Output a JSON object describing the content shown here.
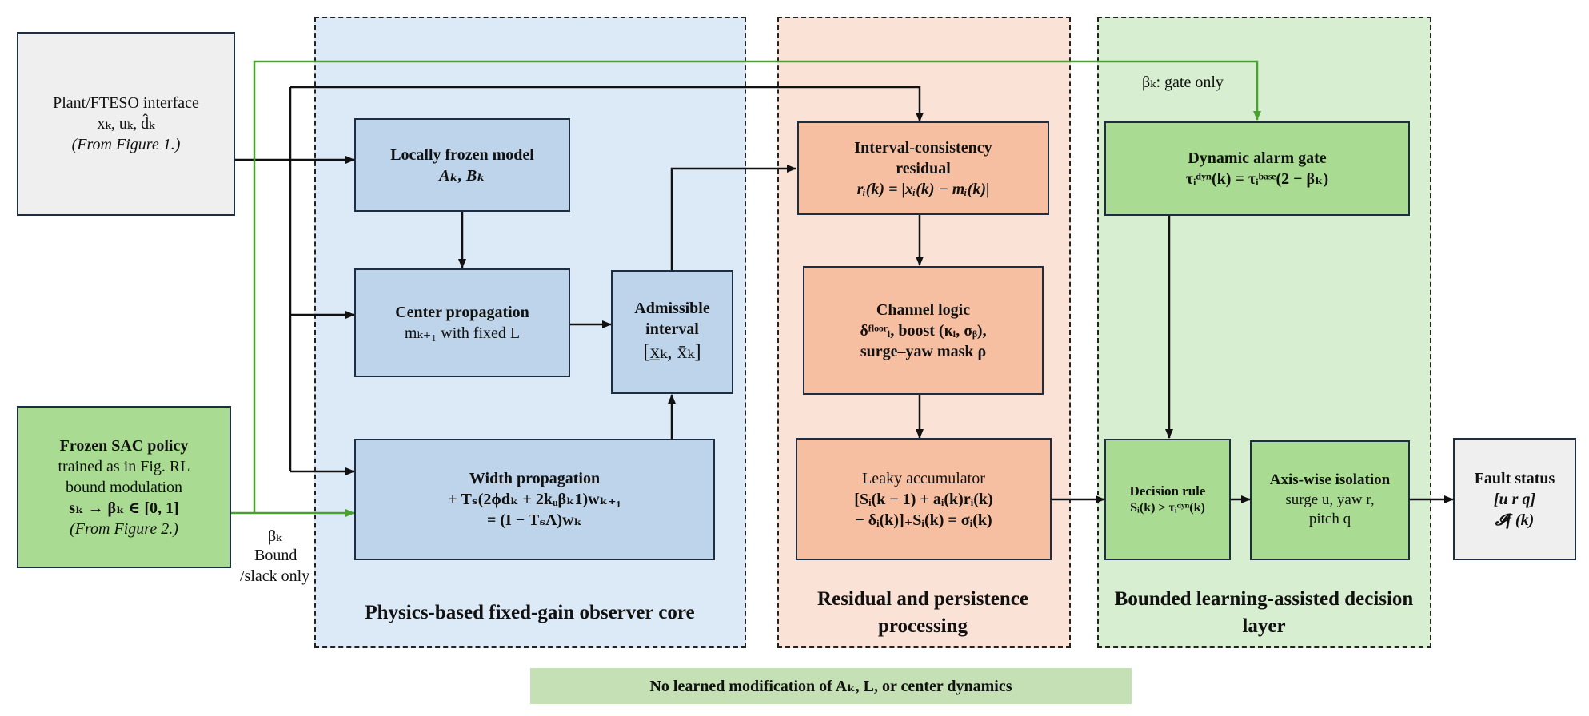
{
  "regions": {
    "observer_core": "Physics-based fixed-gain observer core",
    "residual_processing": "Residual and persistence processing",
    "decision_layer": "Bounded learning-assisted decision layer"
  },
  "plant": {
    "line1": "Plant/FTESO interface",
    "line2": "xₖ, uₖ, d̂ₖ",
    "line3": "(From Figure 1.)"
  },
  "sac": {
    "line1": "Frozen SAC policy",
    "line2": "trained as in Fig. RL",
    "line3": "bound modulation",
    "line4": "sₖ → βₖ ∈ [0, 1]",
    "line5": "(From Figure 2.)"
  },
  "frozen_model": {
    "title": "Locally frozen model",
    "formula": "Aₖ, Bₖ"
  },
  "center_prop": {
    "title": "Center propagation",
    "formula": "mₖ₊₁ with fixed L"
  },
  "admissible": {
    "line1": "Admissible",
    "line2": "interval",
    "formula": "[x̲ₖ, x̄ₖ]"
  },
  "width_prop": {
    "title": "Width propagation",
    "line2": "+ Tₛ(2ϕdₖ + 2kᵤβₖ1)wₖ₊₁",
    "line3": "= (I − TₛΛ)wₖ"
  },
  "interval_residual": {
    "line1": "Interval-consistency",
    "line2": "residual",
    "formula": "rᵢ(k) = |xᵢ(k) − mᵢ(k)|"
  },
  "channel_logic": {
    "title": "Channel logic",
    "line2": "δᶠˡᵒᵒʳᵢ, boost (κᵢ, σᵦ),",
    "line3": "surge–yaw mask ρ"
  },
  "leaky_acc": {
    "title": "Leaky accumulator",
    "line2": "[Sᵢ(k − 1) + aᵢ(k)rᵢ(k)",
    "line3": "− δᵢ(k)]₊Sᵢ(k) = σᵢ(k)"
  },
  "alarm_gate": {
    "title": "Dynamic alarm gate",
    "formula": "τᵢᵈʸⁿ(k) = τᵢᵇᵃˢᵉ(2 − βₖ)"
  },
  "decision_rule": {
    "title": "Decision rule",
    "formula": "Sᵢ(k) > τᵢᵈʸⁿ(k)"
  },
  "axis_isolation": {
    "title": "Axis-wise isolation",
    "line2": "surge u, yaw r,",
    "line3": "pitch q"
  },
  "fault_status": {
    "title": "Fault status",
    "line2": "[u  r  q]",
    "line3": "𝓘f (k)"
  },
  "labels": {
    "beta_gate": "βₖ: gate only",
    "beta_sym": "βₖ",
    "bound1": "Bound",
    "bound2": "/slack only"
  },
  "footer_note": "No learned modification of Aₖ, L, or center dynamics",
  "colors": {
    "blue": "#bdd4ea",
    "orange": "#f7bfa2",
    "green": "#a9dc92",
    "grey": "#efefef",
    "green_arrow": "#4aa12e",
    "note_bg": "#c5e0b4"
  }
}
